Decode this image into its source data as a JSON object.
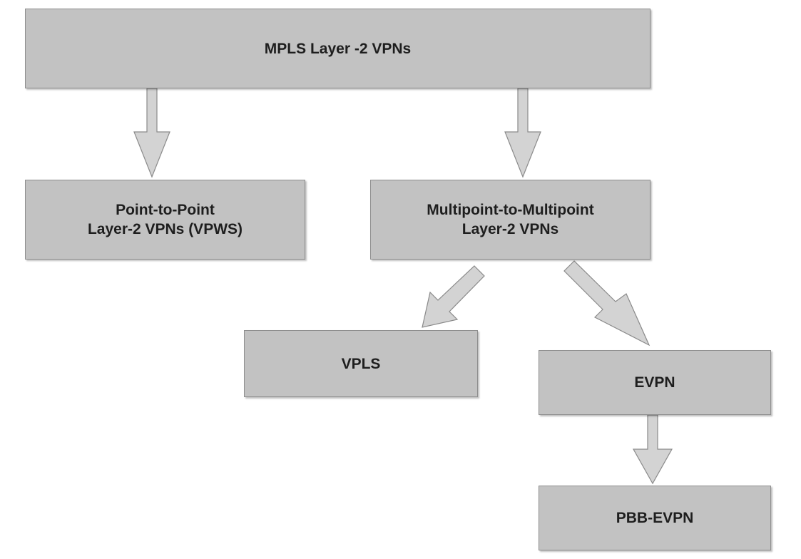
{
  "diagram": {
    "root": {
      "label": "MPLS Layer -2 VPNs"
    },
    "point_to_point": {
      "line1": "Point-to-Point",
      "line2": "Layer-2 VPNs (VPWS)"
    },
    "multipoint": {
      "line1": "Multipoint-to-Multipoint",
      "line2": "Layer-2 VPNs"
    },
    "vpls": {
      "label": "VPLS"
    },
    "evpn": {
      "label": "EVPN"
    },
    "pbb_evpn": {
      "label": "PBB-EVPN"
    },
    "edges": [
      {
        "from": "MPLS Layer -2 VPNs",
        "to": "Point-to-Point Layer-2 VPNs (VPWS)"
      },
      {
        "from": "MPLS Layer -2 VPNs",
        "to": "Multipoint-to-Multipoint Layer-2 VPNs"
      },
      {
        "from": "Multipoint-to-Multipoint Layer-2 VPNs",
        "to": "VPLS"
      },
      {
        "from": "Multipoint-to-Multipoint Layer-2 VPNs",
        "to": "EVPN"
      },
      {
        "from": "EVPN",
        "to": "PBB-EVPN"
      }
    ]
  },
  "colors": {
    "box_fill": "#c2c2c2",
    "box_border": "#8e8e8e",
    "arrow_fill": "#d3d3d3",
    "arrow_stroke": "#8a8a8a",
    "text": "#1e1e1e"
  }
}
